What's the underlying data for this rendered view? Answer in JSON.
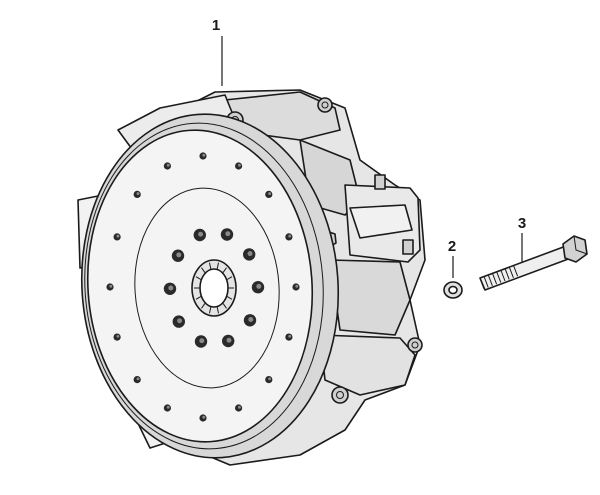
{
  "callouts": [
    {
      "id": "1",
      "label": "1"
    },
    {
      "id": "2",
      "label": "2"
    },
    {
      "id": "3",
      "label": "3"
    }
  ],
  "colors": {
    "ink": "#1b1b1b",
    "face": "#f4f4f4",
    "body": "#e6e6e6",
    "shade": "#c9c9c9",
    "dark_shade": "#9a9a9a"
  }
}
